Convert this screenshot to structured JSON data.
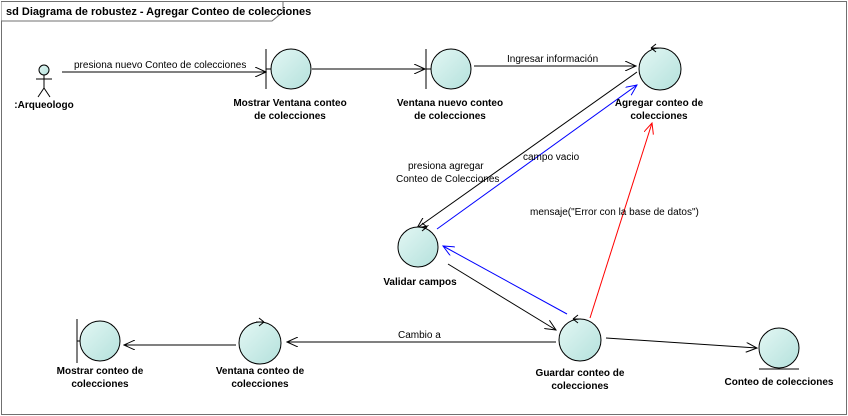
{
  "diagram": {
    "title": "sd Diagrama de robustez - Agregar Conteo de colecciones",
    "colors": {
      "circle_fill": "#c9ece8",
      "stroke": "#000000",
      "blue_flow": "#0000ff",
      "red_flow": "#ff0000",
      "frame": "#707070"
    },
    "nodes": {
      "actor": {
        "label": ":Arqueologo",
        "type": "actor"
      },
      "mostrar_ventana": {
        "label": [
          "Mostrar Ventana conteo",
          "de colecciones"
        ],
        "type": "boundary"
      },
      "ventana_nuevo": {
        "label": [
          "Ventana nuevo conteo",
          "de colecciones"
        ],
        "type": "boundary"
      },
      "agregar_conteo": {
        "label": [
          "Agregar conteo de",
          "colecciones"
        ],
        "type": "control"
      },
      "validar": {
        "label": [
          "Validar campos"
        ],
        "type": "control"
      },
      "guardar": {
        "label": [
          "Guardar conteo de",
          "colecciones"
        ],
        "type": "control"
      },
      "entidad": {
        "label": [
          "Conteo de colecciones"
        ],
        "type": "entity"
      },
      "ventana_conteo": {
        "label": [
          "Ventana conteo de",
          "colecciones"
        ],
        "type": "control"
      },
      "mostrar_conteo": {
        "label": [
          "Mostrar conteo de",
          "colecciones"
        ],
        "type": "boundary"
      }
    },
    "edges": {
      "e1": "presiona nuevo Conteo de colecciones",
      "e3": "Ingresar información",
      "e4": [
        "presiona agregar",
        "Conteo de Colecciones"
      ],
      "e5": "campo vacio",
      "e6": "mensaje(\"Error con la base de datos\")",
      "e7": "Cambio a"
    }
  }
}
